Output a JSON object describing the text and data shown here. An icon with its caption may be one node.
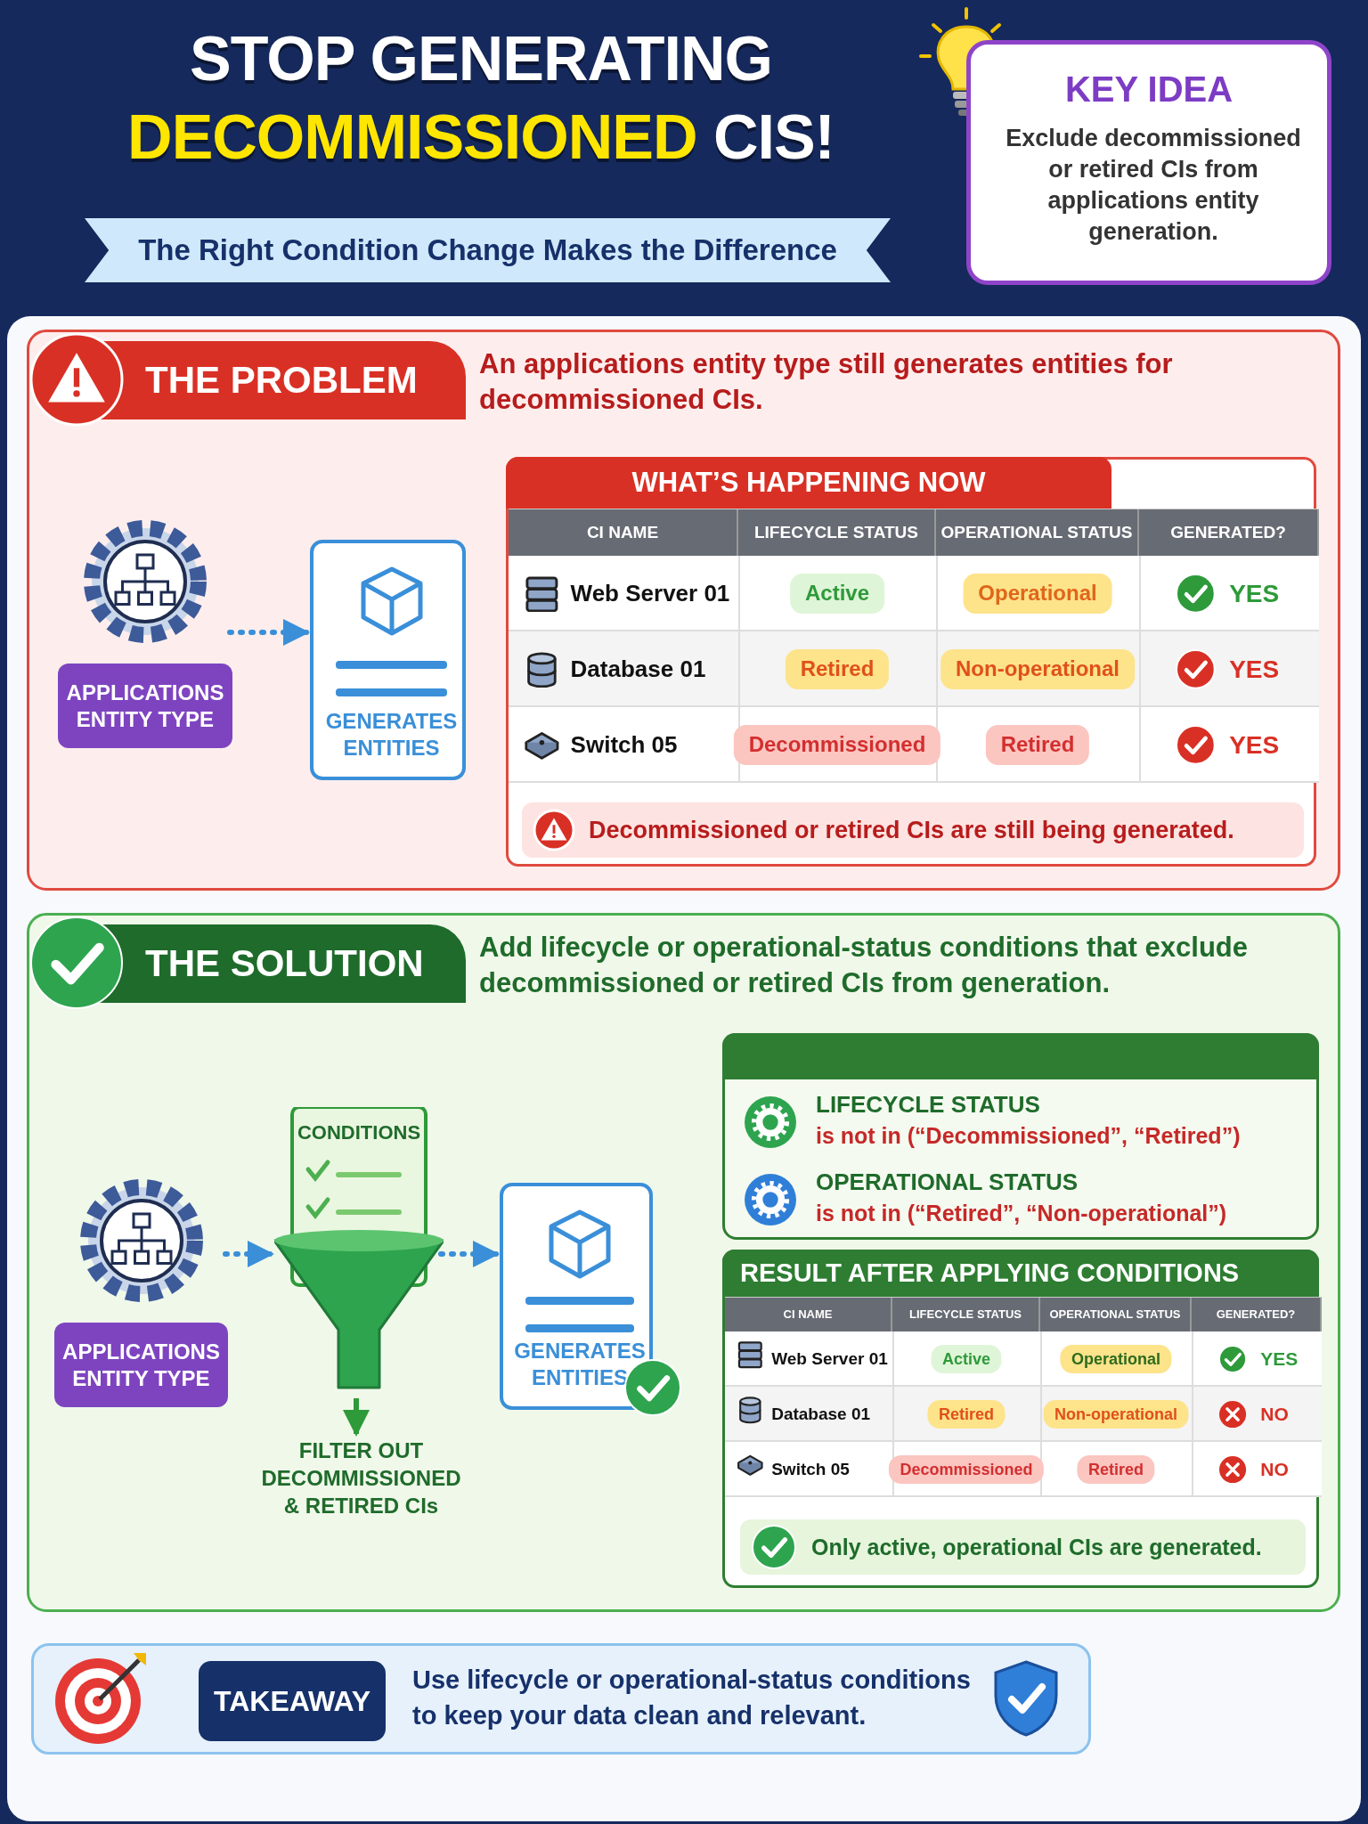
{
  "diagram": {
    "title": "STOP GENERATING DECOMMISSIONED CIS!",
    "nodes": [
      {
        "text": [
          "KEY IDEA",
          "Exclude decommissioned or retired CIs from applications entity generation."
        ]
      },
      {
        "text": [
          "THE PROBLEM",
          "An applications entity type still generates entities for decommissioned CIs."
        ]
      },
      {
        "text": [
          "APPLICATIONS ENTITY TYPE"
        ],
        "in": 1
      },
      {
        "text": [
          "GENERATES ENTITIES"
        ],
        "in": 1
      },
      {
        "text": [
          "WHAT’S HAPPENING NOW"
        ],
        "in": 1
      },
      {
        "text": [
          "Decommissioned or retired CIs are still being generated."
        ],
        "in": 4
      },
      {
        "text": [
          "THE SOLUTION",
          "Add lifecycle or operational-status conditions that exclude decommissioned or retired CIs from generation."
        ]
      },
      {
        "text": [
          "APPLICATIONS ENTITY TYPE"
        ],
        "in": 6
      },
      {
        "text": [
          "CONDITIONS"
        ],
        "in": 6
      },
      {
        "text": [
          "FILTER OUT DECOMMISSIONED & RETIRED CIs"
        ],
        "in": 6
      },
      {
        "text": [
          "GENERATES ENTITIES"
        ],
        "in": 6
      },
      {
        "text": [],
        "shape": "box",
        "in": 6
      },
      {
        "text": [
          "LIFECYCLE STATUS",
          "is not in (“Decommissioned”, “Retired”)"
        ],
        "in": 11
      },
      {
        "text": [
          "OPERATIONAL STATUS",
          "is not in (“Retired”, “Non-operational”)"
        ],
        "in": 11
      },
      {
        "text": [
          "RESULT AFTER APPLYING CONDITIONS"
        ],
        "in": 6
      },
      {
        "text": [
          "Only active, operational CIs are generated."
        ],
        "in": 14
      },
      {
        "text": [
          "Use lifecycle or operational-status conditions to keep your data clean and relevant."
        ]
      },
      {
        "text": [
          "TAKEAWAY"
        ],
        "in": 16
      }
    ],
    "edges": [
      {
        "from": 2,
        "to": 3,
        "arrow": "to",
        "style": "dashed"
      },
      {
        "from": 7,
        "to": 8,
        "arrow": "to",
        "style": "dashed"
      },
      {
        "from": 8,
        "to": 10,
        "arrow": "to",
        "style": "dashed"
      },
      {
        "from": 8,
        "to": 9,
        "arrow": "to",
        "color": "#2e9a3a"
      }
    ],
    "labels": [
      "The Right Condition Change Makes the Difference",
      "CI NAME",
      "LIFECYCLE STATUS",
      "OPERATIONAL STATUS",
      "GENERATED?",
      "Web Server 01",
      "Active",
      "Operational",
      "YES",
      "Database 01",
      "Retired",
      "Non-operational",
      "YES",
      "Switch 05",
      "Decommissioned",
      "Retired",
      "YES",
      "CI NAME",
      "LIFECYCLE STATUS",
      "OPERATIONAL STATUS",
      "GENERATED?",
      "Web Server 01",
      "Active",
      "Operational",
      "YES",
      "Database 01",
      "Retired",
      "Non-operational",
      "NO",
      "Switch 05",
      "Decommissioned",
      "Retired",
      "NO"
    ]
  }
}
